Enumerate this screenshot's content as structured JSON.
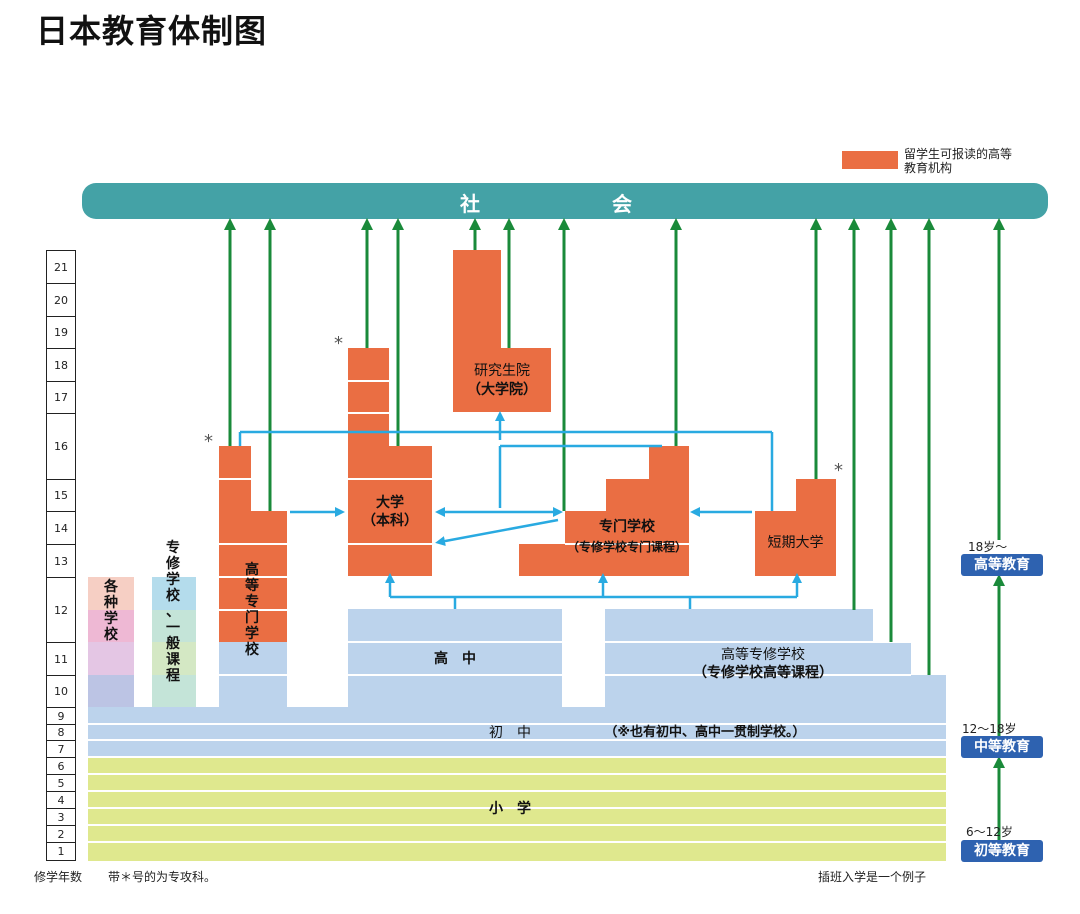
{
  "title": "日本教育体制图",
  "legend": {
    "label": "留学生可报读的高等教育机构",
    "color": "#ea6e43"
  },
  "society": {
    "char1": "社",
    "char2": "会"
  },
  "years": [
    "21",
    "20",
    "19",
    "18",
    "17",
    "16",
    "15",
    "14",
    "13",
    "12",
    "11",
    "10",
    "9",
    "8",
    "7",
    "6",
    "5",
    "4",
    "3",
    "2",
    "1"
  ],
  "stages": {
    "elementary": "小　学",
    "junior_high": "初　中",
    "junior_high_note": "（※也有初中、高中一贯制学校。）",
    "high_school": "高　中",
    "tech_college": "高等专修学校",
    "tech_college_sub": "（专修学校高等课程）",
    "misc_school": "各种学校",
    "special_general": "专修学校、一般课程",
    "kosen": "高等专门学校",
    "university": "大学",
    "university_sub": "（本科）",
    "graduate": "研究生院",
    "graduate_sub": "（大学院）",
    "vocational": "专门学校",
    "vocational_sub": "（专修学校专门课程）",
    "junior_college": "短期大学"
  },
  "side_levels": {
    "higher": "高等教育",
    "higher_age": "18岁～",
    "secondary": "中等教育",
    "secondary_age": "12～18岁",
    "primary": "初等教育",
    "primary_age": "6～12岁"
  },
  "notes": {
    "years_label": "修学年数",
    "star_note": "带＊号的为专攻科。",
    "transfer_note": "插班入学是一个例子"
  },
  "star": "*",
  "colors": {
    "society": "#44a2a6",
    "orange": "#ea6e43",
    "blue_band": "#bcd3ec",
    "green_band": "#dfe88e",
    "arrow_green": "#1a8a3a",
    "arrow_blue": "#29aae1",
    "badge": "#2e62b0"
  }
}
